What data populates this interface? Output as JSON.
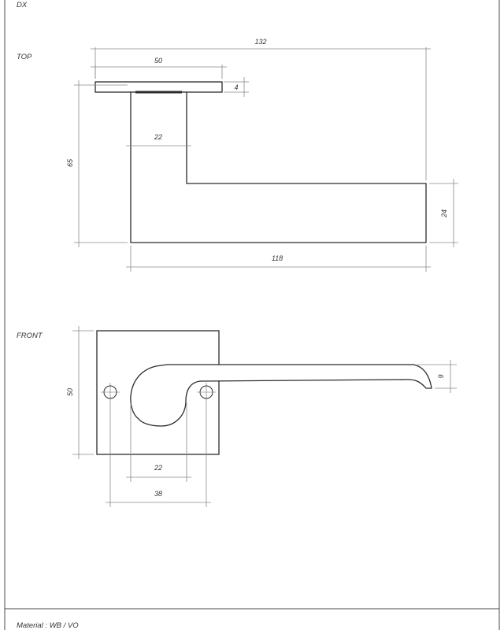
{
  "sheet": {
    "side": "DX",
    "material_label": "Material : WB / VO"
  },
  "top_view": {
    "title": "TOP",
    "dimensions": {
      "overall_length": "132",
      "rose_width": "50",
      "rose_thickness": "4",
      "neck_width": "22",
      "height": "65",
      "lever_thickness": "24",
      "lever_length": "118"
    }
  },
  "front_view": {
    "title": "FRONT",
    "dimensions": {
      "rose_height": "50",
      "tip_height": "9",
      "hole_gap": "22",
      "hole_spacing": "38"
    }
  }
}
